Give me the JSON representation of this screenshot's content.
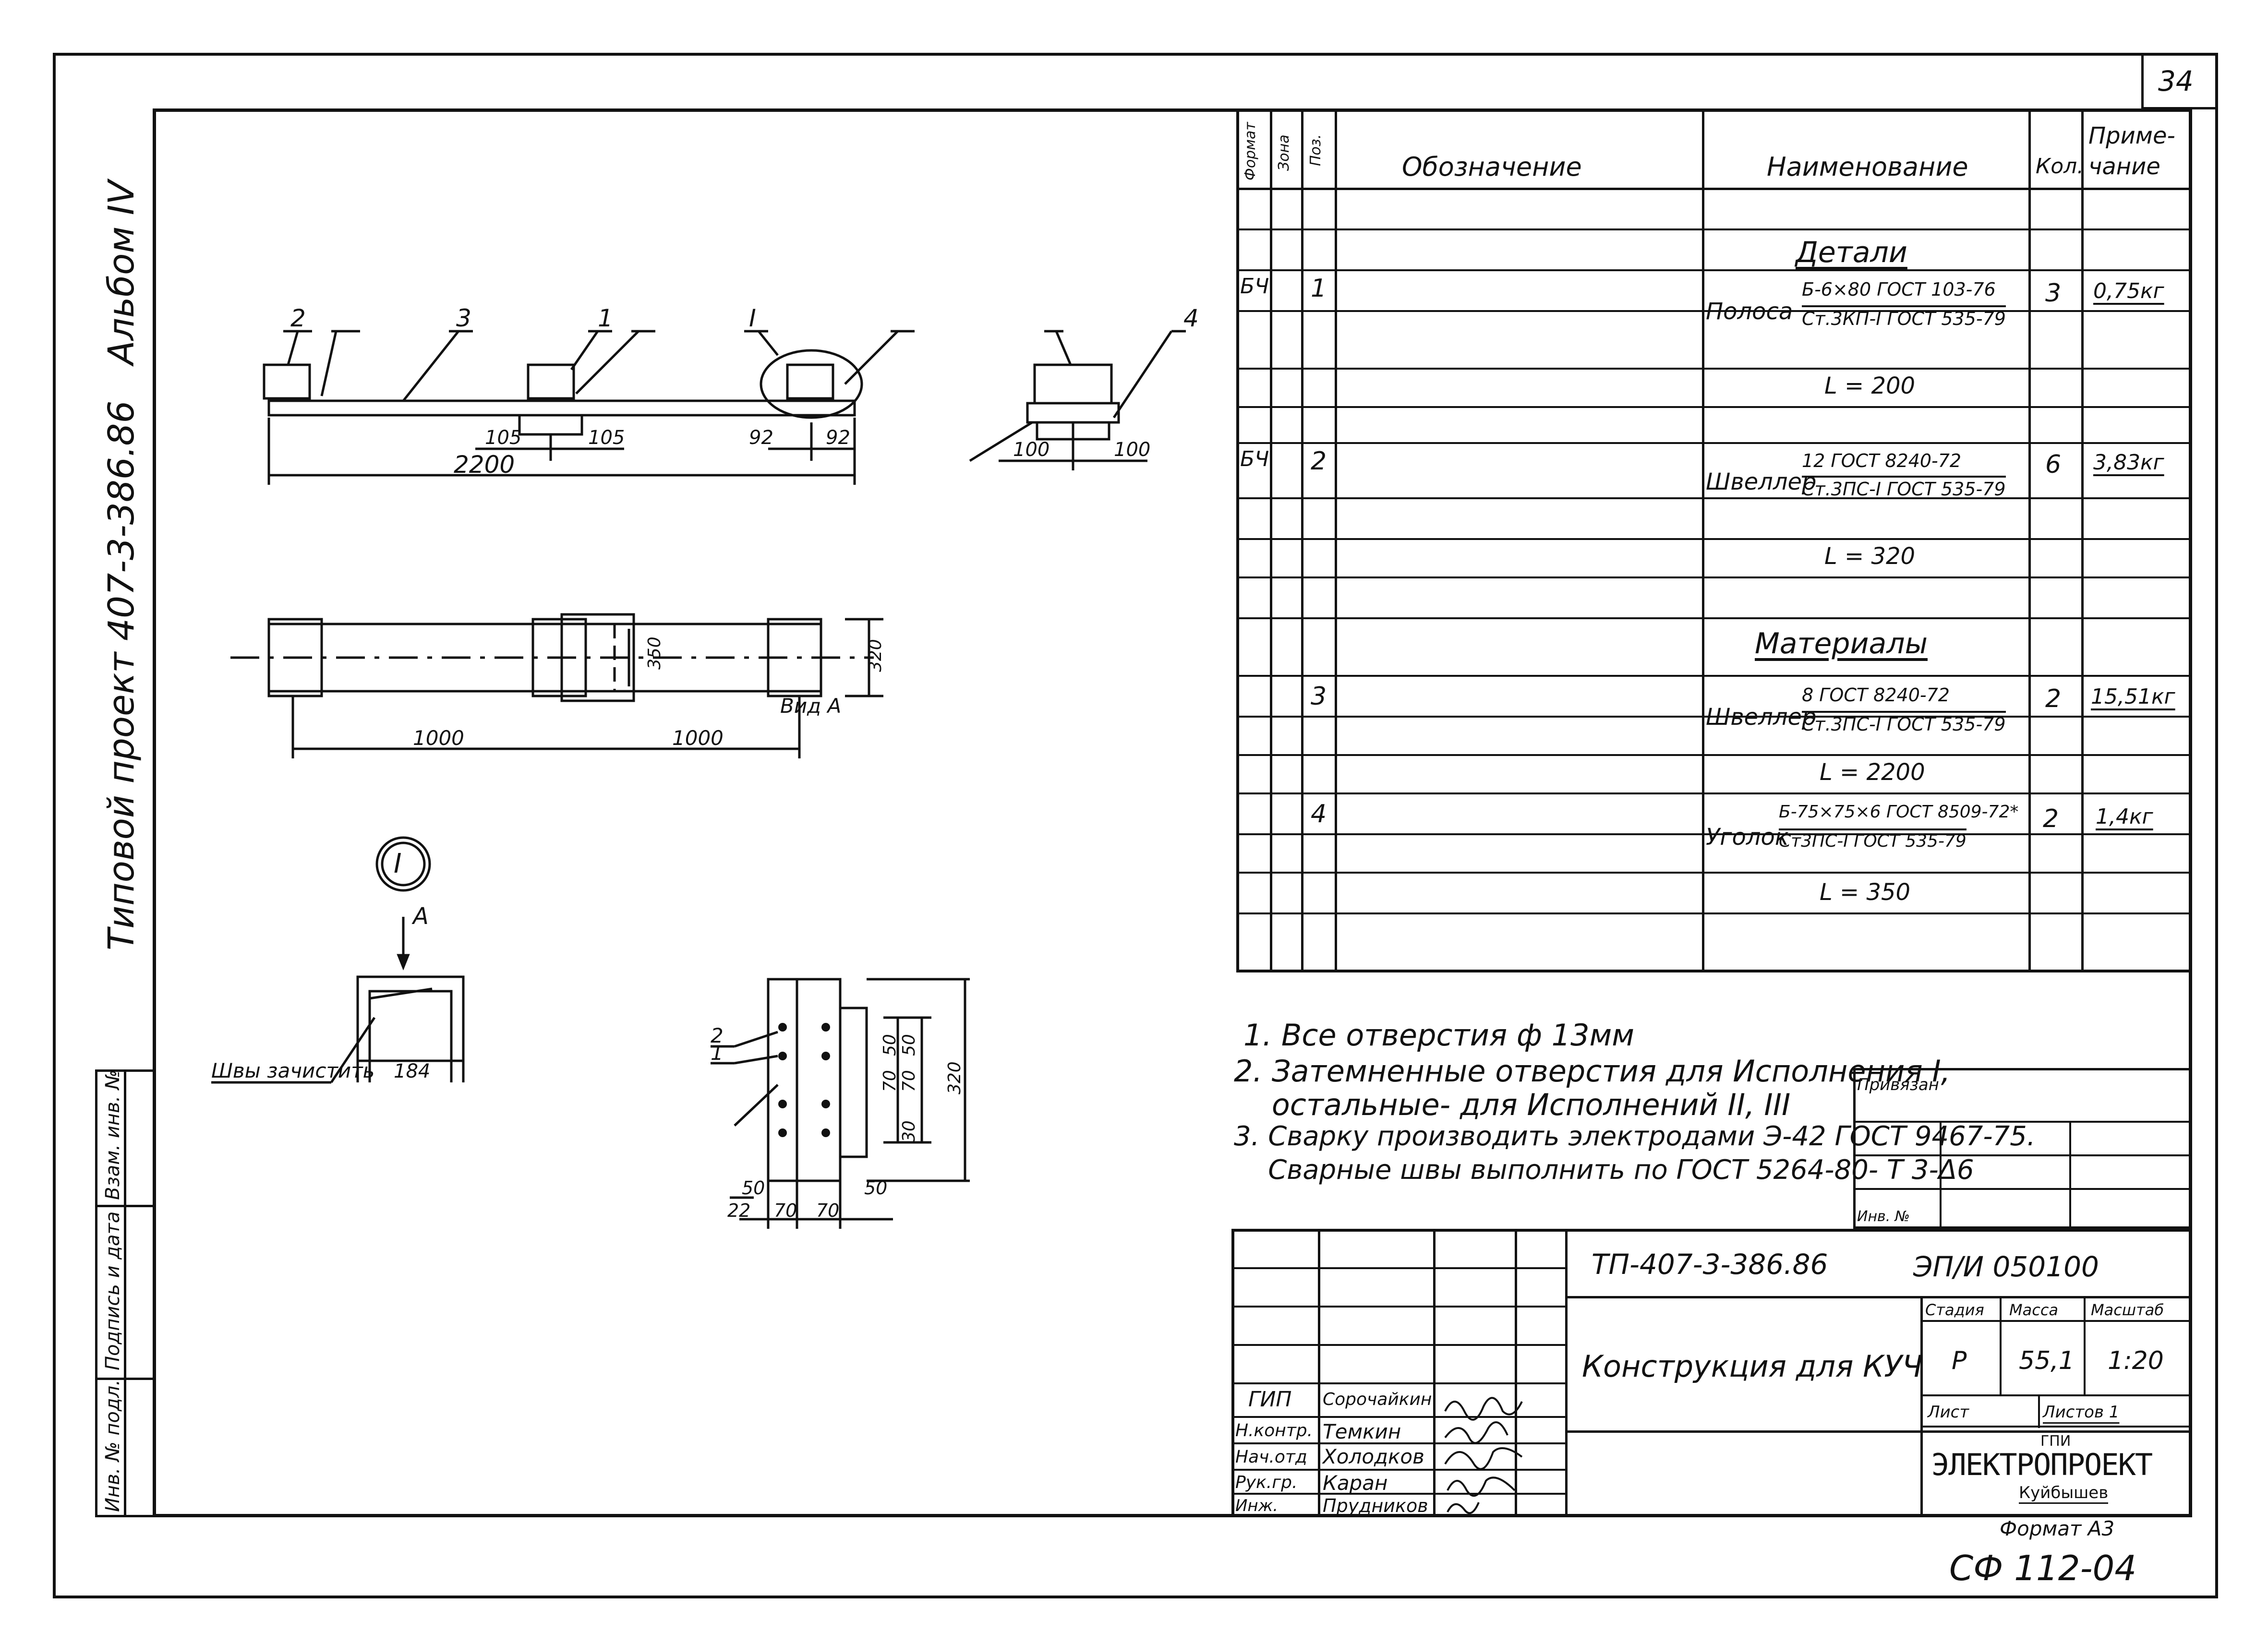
{
  "sheet_number": "34",
  "side_strip": {
    "project": "Типовой проект 407-3-386.86",
    "album": "Альбом IV",
    "inv_labels": [
      "Инв. № подл.",
      "Подпись и дата",
      "Взам. инв. №"
    ]
  },
  "drawing": {
    "pos_labels": [
      "2",
      "3",
      "1",
      "I",
      "4"
    ],
    "dims_front": [
      "105",
      "105",
      "92",
      "92",
      "2200"
    ],
    "dims_side": [
      "100",
      "100"
    ],
    "dims_plan": [
      "320",
      "350",
      "1000",
      "1000"
    ],
    "node_label": "I",
    "arrow_label": "A",
    "view_label": "Вид А",
    "welds_label": "Швы зачистить",
    "dim_184": "184",
    "viewA_dims": [
      "50",
      "50",
      "70",
      "70",
      "30",
      "320",
      "50",
      "50",
      "22",
      "70",
      "70"
    ],
    "viewA_pos": [
      "2",
      "1"
    ]
  },
  "spec_table": {
    "headers": {
      "format": "Формат",
      "zone": "Зона",
      "pos": "Поз.",
      "designation": "Обозначение",
      "name": "Наименование",
      "qty": "Кол.",
      "note": "Приме-\nчание"
    },
    "section_details": "Детали",
    "section_materials": "Материалы",
    "rows": [
      {
        "format": "БЧ",
        "pos": "1",
        "name_prefix": "Полоса",
        "name_top": "Б-6×80 ГОСТ 103-76",
        "name_bottom": "Ст.3КП-I ГОСТ 535-79",
        "qty": "3",
        "note": "0,75кг",
        "length": "L = 200"
      },
      {
        "format": "БЧ",
        "pos": "2",
        "name_prefix": "Швеллер",
        "name_top": "12 ГОСТ 8240-72",
        "name_bottom": "Ст.3ПС-I ГОСТ 535-79",
        "qty": "6",
        "note": "3,83кг",
        "length": "L = 320"
      },
      {
        "format": "",
        "pos": "3",
        "name_prefix": "Швеллер",
        "name_top": "8 ГОСТ 8240-72",
        "name_bottom": "Ст.3ПС-I ГОСТ 535-79",
        "qty": "2",
        "note": "15,51кг",
        "length": "L = 2200"
      },
      {
        "format": "",
        "pos": "4",
        "name_prefix": "Уголок",
        "name_top": "Б-75×75×6 ГОСТ 8509-72*",
        "name_bottom": "Ст3ПС-I ГОСТ 535-79",
        "qty": "2",
        "note": "1,4кг",
        "length": "L = 350"
      }
    ]
  },
  "notes": [
    "1. Все отверстия ф 13мм",
    "2. Затемненные отверстия для Исполнения I,",
    "    остальные- для Исполнений II, III",
    "3. Сварку производить электродами Э-42 ГОСТ 9467-75.",
    "    Сварные швы выполнить по ГОСТ 5264-80- Т 3-Δ6"
  ],
  "binding": {
    "label": "Привязан",
    "inv": "Инв. №"
  },
  "title_block": {
    "code": "ТП-407-3-386.86",
    "doc_code": "ЭП/И 050100",
    "title": "Конструкция для КУЧ",
    "stage_label": "Стадия",
    "mass_label": "Масса",
    "scale_label": "Масштаб",
    "stage": "Р",
    "mass": "55,1",
    "scale": "1:20",
    "sheet_label": "Лист",
    "sheets_label": "Листов 1",
    "roles": [
      "ГИП",
      "Н.контр.",
      "Нач.отд",
      "Рук.гр.",
      "Инж."
    ],
    "names": [
      "Сорочайкин",
      "Темкин",
      "Холодков",
      "Каран",
      "Прудников"
    ],
    "org_line1": "ГПИ",
    "org_line2": "ЭЛЕКТРОПРОЕКТ",
    "org_line3": "Куйбышев",
    "format": "Формат А3",
    "stamp": "СФ 112-04"
  }
}
